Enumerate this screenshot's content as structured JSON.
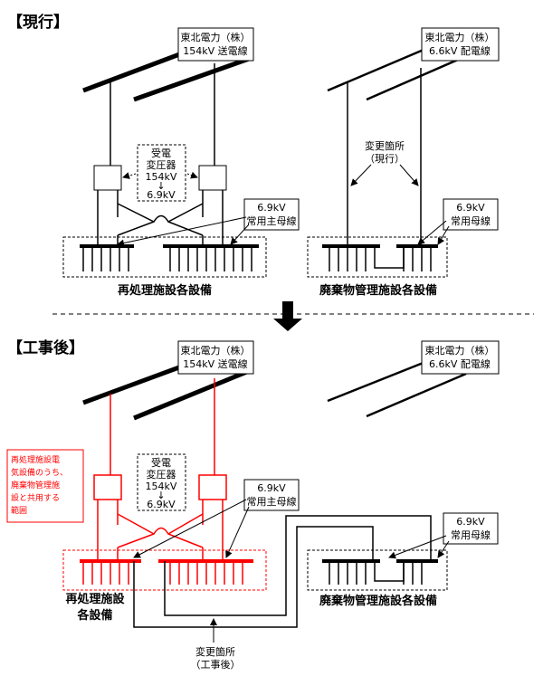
{
  "before": {
    "heading": "【現行】",
    "tohoku_154": [
      "東北電力（株）",
      "154kV 送電線"
    ],
    "tohoku_66": [
      "東北電力（株）",
      "6.6kV 配電線"
    ],
    "transformer": [
      "受電",
      "変圧器",
      "154kV",
      "↓",
      "6.9kV"
    ],
    "change_point": [
      "変更箇所",
      "（現行）"
    ],
    "bus_main": [
      "6.9kV",
      "常用主母線"
    ],
    "bus_waste": [
      "6.9kV",
      "常用母線"
    ],
    "reprocess_label": "再処理施設各設備",
    "waste_label": "廃棄物管理施設各設備"
  },
  "after": {
    "heading": "【工事後】",
    "tohoku_154": [
      "東北電力（株）",
      "154kV 送電線"
    ],
    "tohoku_66": [
      "東北電力（株）",
      "6.6kV 配電線"
    ],
    "transformer": [
      "受電",
      "変圧器",
      "154kV",
      "↓",
      "6.9kV"
    ],
    "shared_note": [
      "再処理施設電",
      "気設備のうち、",
      "廃棄物管理施",
      "設と共用する",
      "範囲"
    ],
    "bus_main": [
      "6.9kV",
      "常用主母線"
    ],
    "bus_waste": [
      "6.9kV",
      "常用母線"
    ],
    "reprocess_label": [
      "再処理施設",
      "各設備"
    ],
    "waste_label": "廃棄物管理施設各設備",
    "change_point": [
      "変更箇所",
      "（工事後）"
    ]
  },
  "colors": {
    "shared_range": "#ff0000",
    "line": "#000000"
  }
}
